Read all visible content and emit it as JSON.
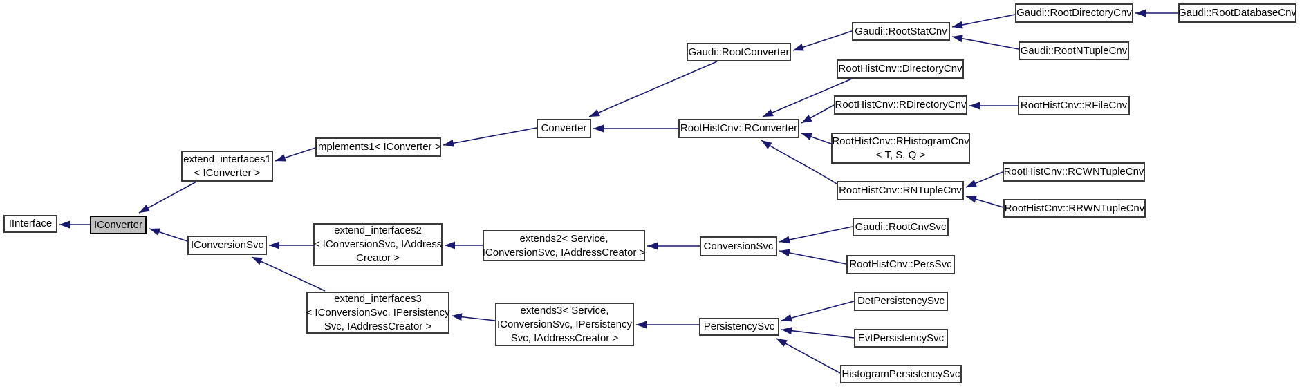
{
  "diagram": {
    "type": "class-inheritance-graph",
    "colors": {
      "edge": "#191970",
      "node_border": "#3a3a3a",
      "highlight_fill": "#bfbfbf",
      "background": "#ffffff"
    },
    "highlighted_node": "IConverter",
    "nodes": {
      "iinterface": {
        "lines": [
          "IInterface"
        ]
      },
      "iconverter": {
        "lines": [
          "IConverter"
        ]
      },
      "extend_interfaces1": {
        "lines": [
          "extend_interfaces1",
          "< IConverter >"
        ]
      },
      "implements1": {
        "lines": [
          "implements1< IConverter >"
        ]
      },
      "converter": {
        "lines": [
          "Converter"
        ]
      },
      "gaudi_rootconverter": {
        "lines": [
          "Gaudi::RootConverter"
        ]
      },
      "gaudi_rootstatcnv": {
        "lines": [
          "Gaudi::RootStatCnv"
        ]
      },
      "gaudi_rootdirectorycnv": {
        "lines": [
          "Gaudi::RootDirectoryCnv"
        ]
      },
      "gaudi_rootdatabasecnv": {
        "lines": [
          "Gaudi::RootDatabaseCnv"
        ]
      },
      "gaudi_rootntuplecnv": {
        "lines": [
          "Gaudi::RootNTupleCnv"
        ]
      },
      "roothistcnv_directorycnv": {
        "lines": [
          "RootHistCnv::DirectoryCnv"
        ]
      },
      "roothistcnv_rconverter": {
        "lines": [
          "RootHistCnv::RConverter"
        ]
      },
      "roothistcnv_rdirectorycnv": {
        "lines": [
          "RootHistCnv::RDirectoryCnv"
        ]
      },
      "roothistcnv_rfilecnv": {
        "lines": [
          "RootHistCnv::RFileCnv"
        ]
      },
      "roothistcnv_rhistogramcnv": {
        "lines": [
          "RootHistCnv::RHistogramCnv",
          "< T, S, Q >"
        ]
      },
      "roothistcnv_rntuplecnv": {
        "lines": [
          "RootHistCnv::RNTupleCnv"
        ]
      },
      "roothistcnv_rcwntuplecnv": {
        "lines": [
          "RootHistCnv::RCWNTupleCnv"
        ]
      },
      "roothistcnv_rrwntuplecnv": {
        "lines": [
          "RootHistCnv::RRWNTupleCnv"
        ]
      },
      "iconversionsvc": {
        "lines": [
          "IConversionSvc"
        ]
      },
      "extend_interfaces2": {
        "lines": [
          "extend_interfaces2",
          "< IConversionSvc, IAddress",
          "Creator >"
        ]
      },
      "extends2": {
        "lines": [
          "extends2< Service,",
          "IConversionSvc, IAddressCreator >"
        ]
      },
      "conversionsvc": {
        "lines": [
          "ConversionSvc"
        ]
      },
      "gaudi_rootcnvsvc": {
        "lines": [
          "Gaudi::RootCnvSvc"
        ]
      },
      "roothistcnv_perssvc": {
        "lines": [
          "RootHistCnv::PersSvc"
        ]
      },
      "extend_interfaces3": {
        "lines": [
          "extend_interfaces3",
          "< IConversionSvc, IPersistency",
          "Svc, IAddressCreator >"
        ]
      },
      "extends3": {
        "lines": [
          "extends3< Service,",
          "IConversionSvc, IPersistency",
          "Svc, IAddressCreator >"
        ]
      },
      "persistencysvc": {
        "lines": [
          "PersistencySvc"
        ]
      },
      "detpersistencysvc": {
        "lines": [
          "DetPersistencySvc"
        ]
      },
      "evtpersistencysvc": {
        "lines": [
          "EvtPersistencySvc"
        ]
      },
      "histogrampersistencysvc": {
        "lines": [
          "HistogramPersistencySvc"
        ]
      }
    },
    "edges": [
      {
        "from": "IConverter",
        "to": "IInterface"
      },
      {
        "from": "extend_interfaces1< IConverter >",
        "to": "IConverter"
      },
      {
        "from": "IConversionSvc",
        "to": "IConverter"
      },
      {
        "from": "implements1< IConverter >",
        "to": "extend_interfaces1< IConverter >"
      },
      {
        "from": "Converter",
        "to": "implements1< IConverter >"
      },
      {
        "from": "Gaudi::RootConverter",
        "to": "Converter"
      },
      {
        "from": "RootHistCnv::RConverter",
        "to": "Converter"
      },
      {
        "from": "Gaudi::RootStatCnv",
        "to": "Gaudi::RootConverter"
      },
      {
        "from": "Gaudi::RootDirectoryCnv",
        "to": "Gaudi::RootStatCnv"
      },
      {
        "from": "Gaudi::RootNTupleCnv",
        "to": "Gaudi::RootStatCnv"
      },
      {
        "from": "Gaudi::RootDatabaseCnv",
        "to": "Gaudi::RootDirectoryCnv"
      },
      {
        "from": "RootHistCnv::DirectoryCnv",
        "to": "RootHistCnv::RConverter"
      },
      {
        "from": "RootHistCnv::RDirectoryCnv",
        "to": "RootHistCnv::RConverter"
      },
      {
        "from": "RootHistCnv::RFileCnv",
        "to": "RootHistCnv::RDirectoryCnv"
      },
      {
        "from": "RootHistCnv::RHistogramCnv< T, S, Q >",
        "to": "RootHistCnv::RConverter"
      },
      {
        "from": "RootHistCnv::RNTupleCnv",
        "to": "RootHistCnv::RConverter"
      },
      {
        "from": "RootHistCnv::RCWNTupleCnv",
        "to": "RootHistCnv::RNTupleCnv"
      },
      {
        "from": "RootHistCnv::RRWNTupleCnv",
        "to": "RootHistCnv::RNTupleCnv"
      },
      {
        "from": "extend_interfaces2< IConversionSvc, IAddressCreator >",
        "to": "IConversionSvc"
      },
      {
        "from": "extends2< Service, IConversionSvc, IAddressCreator >",
        "to": "extend_interfaces2< IConversionSvc, IAddressCreator >"
      },
      {
        "from": "ConversionSvc",
        "to": "extends2< Service, IConversionSvc, IAddressCreator >"
      },
      {
        "from": "Gaudi::RootCnvSvc",
        "to": "ConversionSvc"
      },
      {
        "from": "RootHistCnv::PersSvc",
        "to": "ConversionSvc"
      },
      {
        "from": "extend_interfaces3< IConversionSvc, IPersistencySvc, IAddressCreator >",
        "to": "IConversionSvc"
      },
      {
        "from": "extends3< Service, IConversionSvc, IPersistencySvc, IAddressCreator >",
        "to": "extend_interfaces3< IConversionSvc, IPersistencySvc, IAddressCreator >"
      },
      {
        "from": "PersistencySvc",
        "to": "extends3< Service, IConversionSvc, IPersistencySvc, IAddressCreator >"
      },
      {
        "from": "DetPersistencySvc",
        "to": "PersistencySvc"
      },
      {
        "from": "EvtPersistencySvc",
        "to": "PersistencySvc"
      },
      {
        "from": "HistogramPersistencySvc",
        "to": "PersistencySvc"
      }
    ]
  }
}
